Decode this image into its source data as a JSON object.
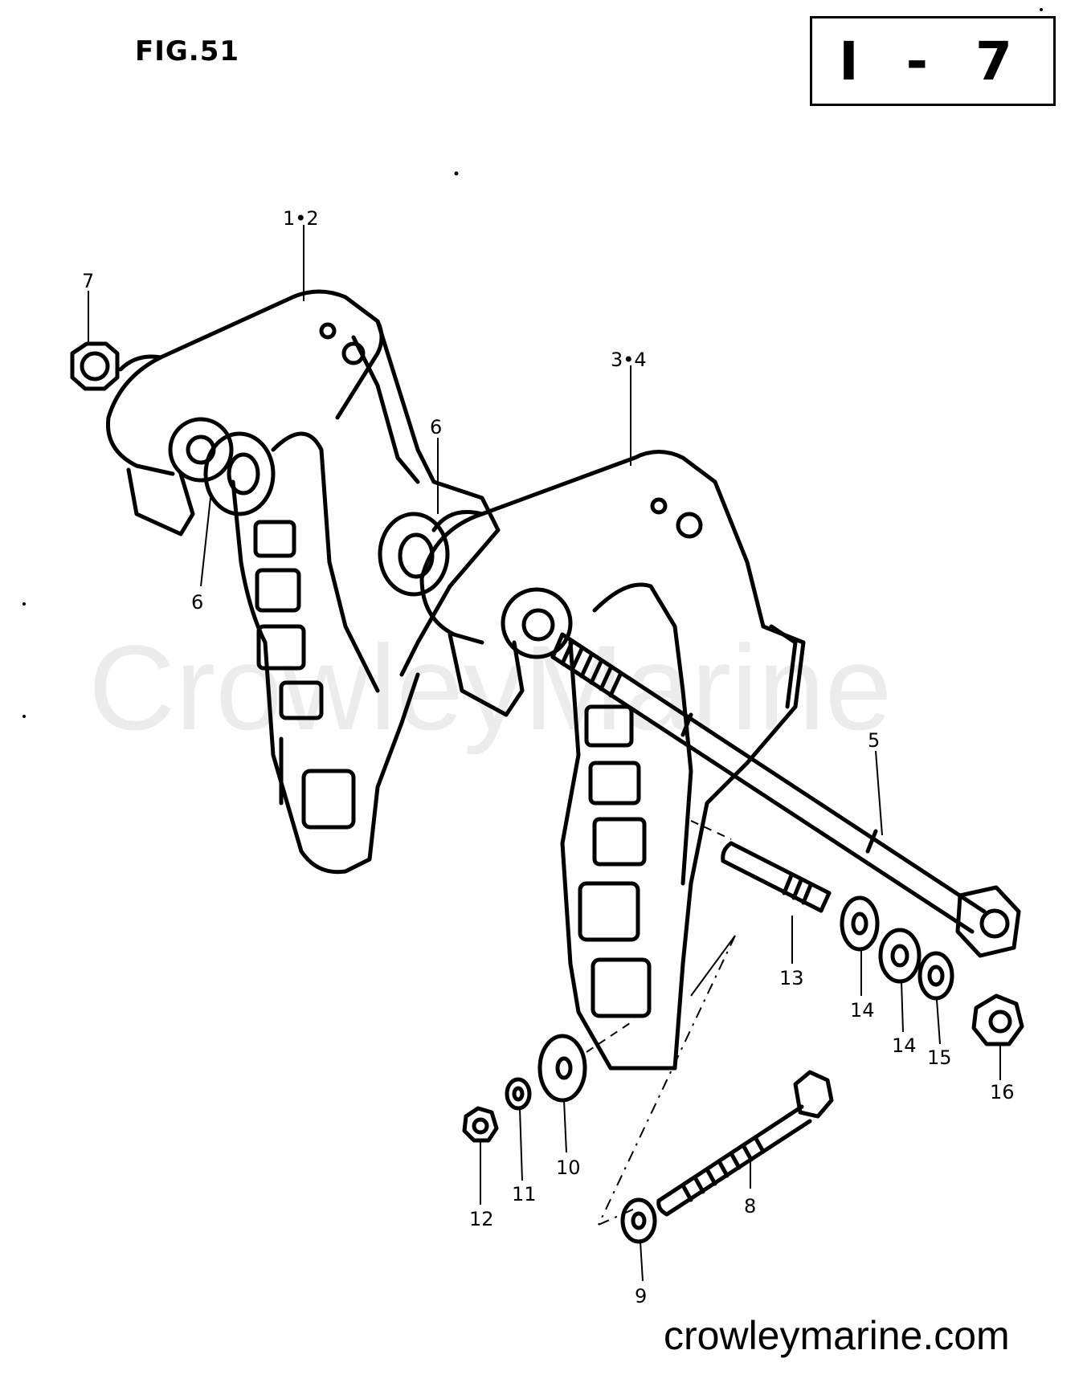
{
  "header": {
    "figure": "FIG.51",
    "section_code": "I - 7"
  },
  "watermark": "CrowleyMarine",
  "footer": {
    "site": "crowleymarine.com"
  },
  "callouts": [
    "1•2",
    "3•4",
    "5",
    "6",
    "6",
    "7",
    "8",
    "9",
    "10",
    "11",
    "12",
    "13",
    "14",
    "14",
    "15",
    "16"
  ]
}
